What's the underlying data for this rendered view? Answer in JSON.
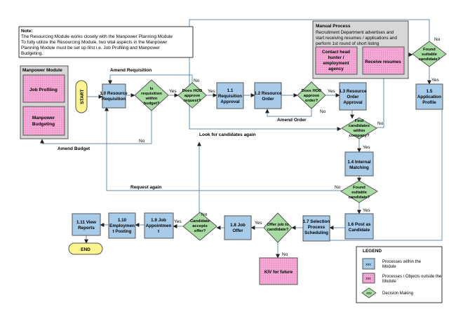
{
  "note": {
    "title": "Note:",
    "lines": [
      "The Resourcing Module works closely with the  Manpower Planning Module",
      "To fully utilize the Resourcing Module, two vital aspects in the Manpower",
      "Planning Module must be set up first i.e.  Job Profiling and Manpower",
      "Budgeting."
    ]
  },
  "manpower_module": {
    "title": "Manpower Module",
    "job_profiling": [
      "Job Profiling"
    ],
    "manpower_budgeting": [
      "Manpower",
      "Budgeting"
    ]
  },
  "manual_process": {
    "title": "Manual Process",
    "lines": [
      "Recruitment Department advertises and",
      "start receiving resumes / applications and",
      "perform  1st round of short listing"
    ],
    "contact_hunter": [
      "Contact head",
      "hunter /",
      "employment",
      "agency"
    ],
    "receive_resumes": [
      "Receive resumes"
    ]
  },
  "nodes": {
    "start": "START",
    "end": "END",
    "n1_0": [
      "1.0 Resource",
      "Requisition"
    ],
    "d_within_budget": [
      "Is",
      "requisition",
      "within",
      "budget?"
    ],
    "d_hod_request": [
      "Does HOD",
      "approve",
      "request?"
    ],
    "n1_1": [
      "1.1",
      "Requisition",
      "Approval"
    ],
    "n1_2": [
      "1.2 Resource",
      "Order"
    ],
    "d_hod_order": [
      "Does HOD",
      "approve",
      "order?"
    ],
    "n1_3": [
      "1.3 Resource",
      "Order",
      "Approval"
    ],
    "d_found_app": [
      "Found",
      "suitable",
      "candidate?"
    ],
    "n1_5": [
      "1.5",
      "Application",
      "Profile"
    ],
    "d_find_within": [
      "Find",
      "candidates",
      "within",
      "company?"
    ],
    "n1_4": [
      "1.4 Internal",
      "Matching"
    ],
    "d_found_cand": [
      "Found",
      "suitable",
      "candidate?"
    ],
    "n1_6": [
      "1.6 Post as",
      "Candidate"
    ],
    "n1_7": [
      "1.7 Selection",
      "Process",
      "Scheduling"
    ],
    "d_offer": [
      "Offer job to",
      "candidate?"
    ],
    "kiv": [
      "KIV for future"
    ],
    "n1_8": [
      "1.8 Job",
      "Offer"
    ],
    "d_accepts": [
      "Candidate",
      "accepts",
      "offer?"
    ],
    "n1_9": [
      "1.9 Job",
      "Appointmen",
      "t"
    ],
    "n1_10": [
      "1.10",
      "Employmen",
      "t Posting"
    ],
    "n1_11": [
      "1.11 View",
      "Reports"
    ]
  },
  "edge_labels": {
    "amend_requisition": "Amend Requisition",
    "amend_budget": "Amend Budget",
    "amend_order": "Amend Order",
    "look_again": "Look for candidates again",
    "request_again": "Request again",
    "yes": "Yes",
    "no": "No"
  },
  "legend": {
    "title": "LEGEND",
    "items": [
      {
        "key": "xxx",
        "label": [
          "Processes within the",
          "Module"
        ]
      },
      {
        "key": "xxx",
        "label": [
          "Processes / Objects outside the",
          "Module"
        ]
      },
      {
        "key": "xxx",
        "label": [
          "Decision Making"
        ]
      }
    ]
  },
  "colors": {
    "process_fill": "#a9cbea",
    "external_fill": "#f3a9d3",
    "decision_fill": "#a9dca3",
    "terminal_fill": "#fbf48f",
    "group_fill": "#d7d7d7",
    "line": "#6a8bb2"
  }
}
